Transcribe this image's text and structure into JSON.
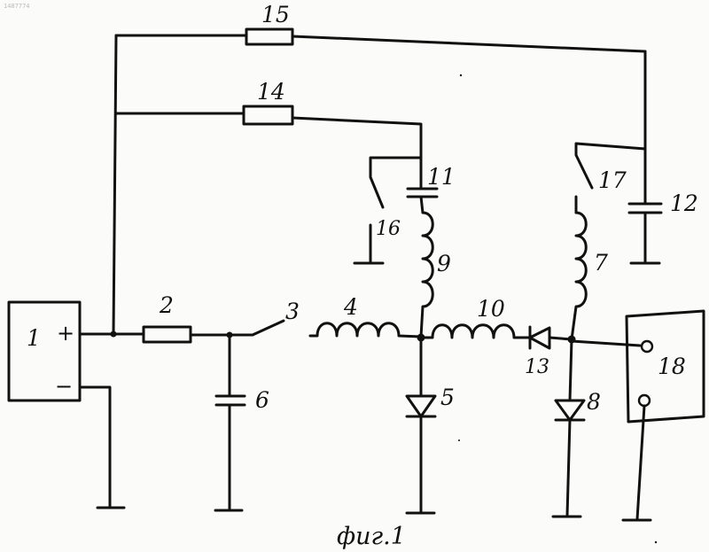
{
  "header": {
    "doc_number": "1487774"
  },
  "labels": {
    "source": "1",
    "r2": "2",
    "switch3": "3",
    "l4": "4",
    "d5": "5",
    "c6": "6",
    "l7": "7",
    "d8": "8",
    "l9": "9",
    "l10": "10",
    "c11": "11",
    "c12": "12",
    "d13": "13",
    "r14": "14",
    "r15": "15",
    "sw16": "16",
    "sw17": "17",
    "load18": "18"
  },
  "polarity": {
    "plus": "+",
    "minus": "−"
  },
  "caption": "фиг.1"
}
